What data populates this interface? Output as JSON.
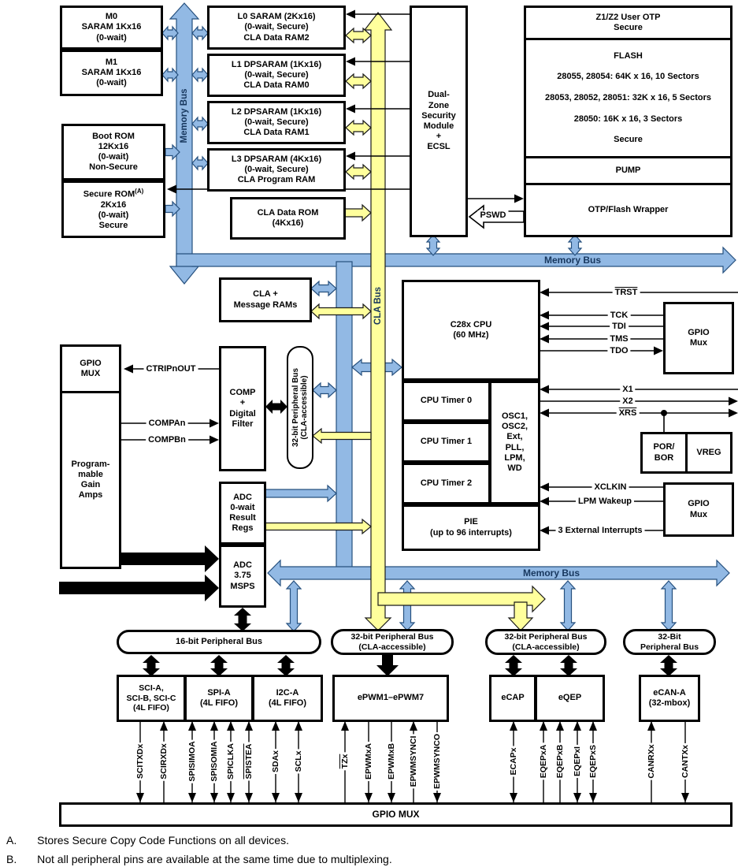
{
  "blocks": {
    "m0": "M0\nSARAM 1Kx16\n(0-wait)",
    "m1": "M1\nSARAM 1Kx16\n(0-wait)",
    "boot_rom": "Boot ROM\n12Kx16\n(0-wait)\nNon-Secure",
    "secure_rom_name": "Secure ROM",
    "secure_rom_sup": "(A)",
    "secure_rom_rest": "2Kx16\n(0-wait)\nSecure",
    "l0": "L0 SARAM (2Kx16)\n(0-wait, Secure)\nCLA Data RAM2",
    "l1": "L1 DPSARAM (1Kx16)\n(0-wait, Secure)\nCLA Data RAM0",
    "l2": "L2 DPSARAM (1Kx16)\n(0-wait, Secure)\nCLA Data RAM1",
    "l3": "L3 DPSARAM (4Kx16)\n(0-wait, Secure)\nCLA Program RAM",
    "cla_data_rom": "CLA Data ROM\n(4Kx16)",
    "security_module": "Dual-\nZone\nSecurity\nModule\n+\nECSL",
    "user_otp": "Z1/Z2 User OTP\nSecure",
    "flash_title": "FLASH",
    "flash_line1": "28055, 28054: 64K x 16, 10 Sectors",
    "flash_line2": "28053, 28052, 28051: 32K x 16, 5 Sectors",
    "flash_line3": "28050: 16K x 16, 3 Sectors",
    "flash_secure": "Secure",
    "pump": "PUMP",
    "wrapper": "OTP/Flash Wrapper",
    "cla_message_rams": "CLA +\nMessage RAMs",
    "cpu": "C28x CPU\n(60 MHz)",
    "timer0": "CPU Timer 0",
    "timer1": "CPU Timer 1",
    "timer2": "CPU Timer 2",
    "osc": "OSC1,\nOSC2,\nExt,\nPLL,\nLPM,\nWD",
    "pie": "PIE\n(up to 96 interrupts)",
    "gpio_mux_jtag": "GPIO\nMux",
    "por_bor": "POR/\nBOR",
    "vreg": "VREG",
    "gpio_mux_clk": "GPIO\nMux",
    "gpio_mux_left": "GPIO\nMUX",
    "pga": "Program-\nmable\nGain\nAmps",
    "comp": "COMP\n+\nDigital\nFilter",
    "adc_result": "ADC\n0-wait\nResult\nRegs",
    "adc": "ADC\n3.75\nMSPS",
    "bus16": "16-bit Peripheral Bus",
    "bus32_cla": "32-bit Peripheral Bus\n(CLA-accessible)",
    "bus32": "32-Bit\nPeripheral Bus",
    "sci": "SCI-A,\nSCI-B, SCI-C\n(4L FIFO)",
    "spi": "SPI-A\n(4L FIFO)",
    "i2c": "I2C-A\n(4L FIFO)",
    "epwm": "ePWM1–ePWM7",
    "ecap": "eCAP",
    "eqep": "eQEP",
    "ecan": "eCAN-A\n(32-mbox)",
    "gpio_mux_bottom": "GPIO MUX"
  },
  "signals": {
    "pswd": "PSWD",
    "trst": "TRST",
    "tck": "TCK",
    "tdi": "TDI",
    "tms": "TMS",
    "tdo": "TDO",
    "x1": "X1",
    "x2": "X2",
    "xrs": "XRS",
    "xclkin": "XCLKIN",
    "lpm_wakeup": "LPM Wakeup",
    "ext_interrupts": "3 External Interrupts",
    "ctripnout": "CTRIPnOUT",
    "compan": "COMPAn",
    "compbn": "COMPBn",
    "memory_bus": "Memory Bus",
    "cla_bus": "CLA Bus"
  },
  "pins": [
    {
      "label": "SCITXDx",
      "dir": "out"
    },
    {
      "label": "SCIRXDx",
      "dir": "in"
    },
    {
      "label": "SPISIMOA",
      "dir": "bidir"
    },
    {
      "label": "SPISOMIA",
      "dir": "bidir"
    },
    {
      "label": "SPICLKA",
      "dir": "bidir"
    },
    {
      "label": "SPISTEA",
      "dir": "bidir",
      "overline": true
    },
    {
      "label": "SDAx",
      "dir": "bidir"
    },
    {
      "label": "SCLx",
      "dir": "bidir"
    },
    {
      "label": "TZx",
      "dir": "in",
      "overline": true
    },
    {
      "label": "EPWMxA",
      "dir": "out"
    },
    {
      "label": "EPWMxB",
      "dir": "out"
    },
    {
      "label": "EPWMSYNCI",
      "dir": "in"
    },
    {
      "label": "EPWMSYNCO",
      "dir": "out"
    },
    {
      "label": "ECAPx",
      "dir": "bidir"
    },
    {
      "label": "EQEPxA",
      "dir": "in"
    },
    {
      "label": "EQEPxB",
      "dir": "in"
    },
    {
      "label": "EQEPxI",
      "dir": "bidir"
    },
    {
      "label": "EQEPxS",
      "dir": "bidir"
    },
    {
      "label": "CANRXx",
      "dir": "in"
    },
    {
      "label": "CANTXx",
      "dir": "out"
    }
  ],
  "footnotes": [
    {
      "key": "A.",
      "text": "Stores Secure Copy Code Functions on all devices."
    },
    {
      "key": "B.",
      "text": "Not all peripheral pins are available at the same time due to multiplexing."
    }
  ],
  "colors": {
    "bus_blue": "#92B9E4",
    "bus_yellow": "#FFFF9C",
    "bus_label": "#17375E"
  }
}
